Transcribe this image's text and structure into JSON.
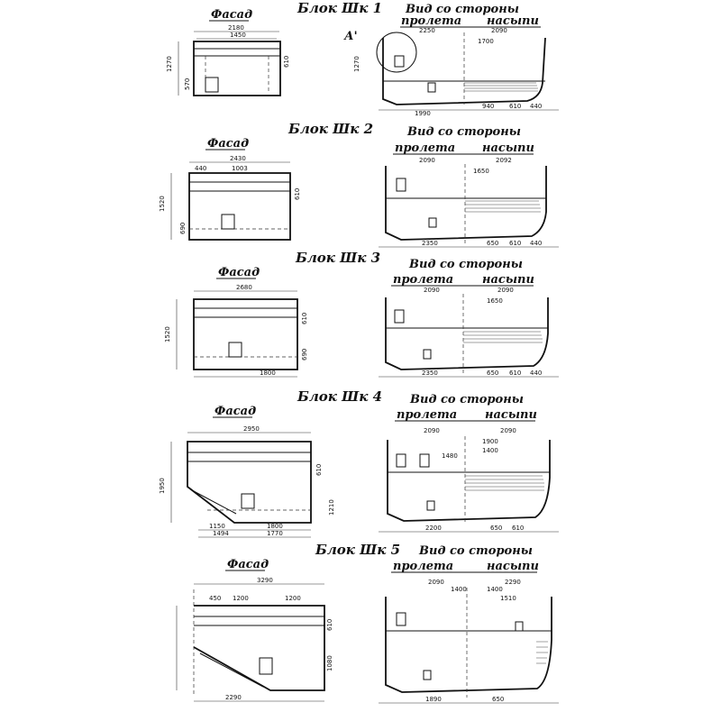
{
  "sheet": {
    "blocks": [
      {
        "title": "Блок Шк 1",
        "facade_label": "Фасад",
        "side_label": "Вид со стороны",
        "span_label": "пролета",
        "embank_label": "насыпи",
        "callout": "А'",
        "facade_dims": [
          "2180",
          "1450",
          "1270",
          "610",
          "570"
        ],
        "side_dims": [
          "2250",
          "2090",
          "1700",
          "1270",
          "1990",
          "940",
          "610",
          "440"
        ]
      },
      {
        "title": "Блок Шк 2",
        "facade_label": "Фасад",
        "side_label": "Вид со стороны",
        "span_label": "пролета",
        "embank_label": "насыпи",
        "facade_dims": [
          "2430",
          "1003",
          "440",
          "1520",
          "610",
          "690"
        ],
        "side_dims": [
          "2090",
          "2092",
          "1650",
          "2350",
          "650",
          "610",
          "440"
        ]
      },
      {
        "title": "Блок Шк 3",
        "facade_label": "Фасад",
        "side_label": "Вид со стороны",
        "span_label": "пролета",
        "embank_label": "насыпи",
        "facade_dims": [
          "2680",
          "1520",
          "690",
          "610",
          "1800"
        ],
        "side_dims": [
          "2090",
          "2090",
          "1650",
          "2350",
          "650",
          "610",
          "440"
        ]
      },
      {
        "title": "Блок Шк 4",
        "facade_label": "Фасад",
        "side_label": "Вид со стороны",
        "span_label": "пролета",
        "embank_label": "насыпи",
        "facade_dims": [
          "2950",
          "1950",
          "610",
          "1210",
          "1150",
          "1800",
          "1494",
          "1770"
        ],
        "side_dims": [
          "2090",
          "2090",
          "1900",
          "1400",
          "1480",
          "2200",
          "650",
          "610"
        ]
      },
      {
        "title": "Блок Шк 5",
        "facade_label": "Фасад",
        "side_label": "Вид со стороны",
        "span_label": "пролета",
        "embank_label": "насыпи",
        "facade_dims": [
          "3290",
          "1200",
          "1200",
          "450",
          "610",
          "1080",
          "2290"
        ],
        "side_dims": [
          "2090",
          "2290",
          "1400",
          "1400",
          "1510",
          "1890",
          "650"
        ]
      }
    ]
  }
}
